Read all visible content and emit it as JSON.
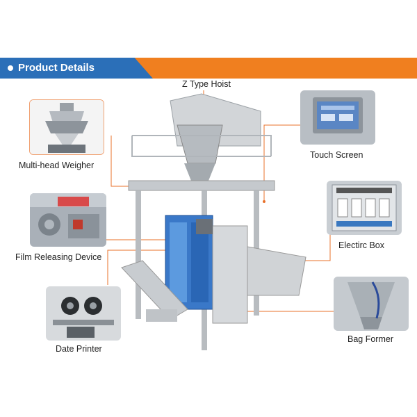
{
  "banner": {
    "title": "Product Details"
  },
  "labels": {
    "hoist": "Z Type Hoist",
    "weigher": "Multi-head Weigher",
    "film": "Film Releasing Device",
    "printer": "Date Printer",
    "touch": "Touch Screen",
    "electric": "Electirc Box",
    "former": "Bag Former"
  },
  "colors": {
    "banner_orange": "#f07f1f",
    "banner_blue": "#2b6fb8",
    "leader_orange": "#e8702a"
  }
}
